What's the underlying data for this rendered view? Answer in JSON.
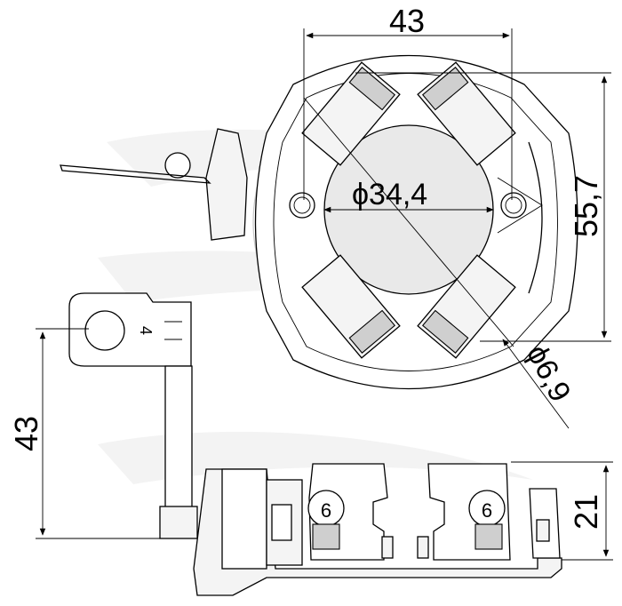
{
  "drawing": {
    "dims": {
      "top_width": "43",
      "inner_diameter": "ϕ34,4",
      "height": "55,7",
      "hole_diameter": "ϕ6,9",
      "side_height": "43",
      "bottom_height": "21"
    },
    "part_labels": {
      "terminal_marking": "4",
      "brush_left": "6",
      "brush_right": "6"
    }
  }
}
